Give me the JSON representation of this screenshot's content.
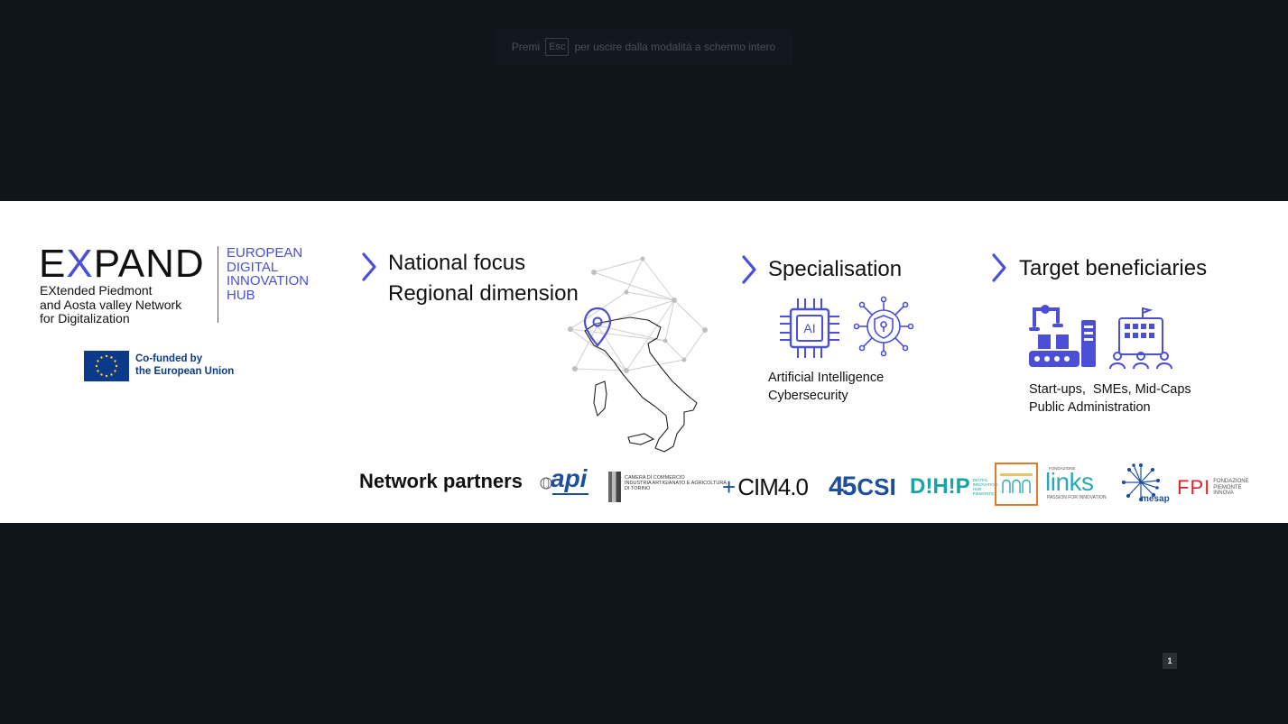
{
  "fullscreen_notice": {
    "prefix": "Premi",
    "key": "Esc",
    "suffix": "per uscire dalla modalità a schermo intero"
  },
  "expand_logo": {
    "wordmark_left": "E",
    "wordmark_x": "X",
    "wordmark_right": "PAND",
    "subtitle_lines": [
      "EXtended Piedmont",
      "and Aosta valley Network",
      "for Digitalization"
    ],
    "edih_lines": [
      "EUROPEAN",
      "DIGITAL",
      "INNOVATION",
      "HUB"
    ]
  },
  "eu_badge": {
    "lines": [
      "Co-funded by",
      "the European Union"
    ]
  },
  "national": {
    "line1": "National focus",
    "line2": "Regional dimension"
  },
  "specialisation": {
    "title": "Specialisation",
    "items": [
      "Artificial Intelligence",
      "Cybersecurity"
    ],
    "ai_chip_label": "AI"
  },
  "beneficiaries": {
    "title": "Target beneficiaries",
    "items": [
      "Start-ups,  SMEs, Mid-Caps",
      "Public Administration"
    ]
  },
  "partners": {
    "label": "Network partners",
    "logos": {
      "api": "api",
      "camera": [
        "CAMERA DI COMMERCIO",
        "INDUSTRIA ARTIGIANATO E AGRICOLTURA",
        "DI TORINO"
      ],
      "cim": "CIM4.0",
      "csi_number": "45",
      "csi": "CSI",
      "dihp": "D!H!P",
      "dihp_small": [
        "DIGITAL",
        "INNOVATION",
        "HUB",
        "PIEMONTE"
      ],
      "links_small": "FONDAZIONE",
      "links": "links",
      "links_tagline": "PASSION FOR INNOVATION",
      "mesap": "mesap",
      "fpi": "FPI",
      "fpi_text": [
        "FONDAZIONE",
        "PIEMONTE",
        "INNOVA"
      ]
    }
  },
  "page_number": "1",
  "colors": {
    "background": "#10141b",
    "slide": "#ffffff",
    "accent": "#4b4fd6",
    "eu_blue": "#0b3a8a",
    "csi_blue": "#1e4f9c",
    "dihp_teal": "#1aa3a3",
    "links_teal": "#2aa7b8",
    "orange": "#e07a2a",
    "fpi_red": "#d8242c"
  }
}
